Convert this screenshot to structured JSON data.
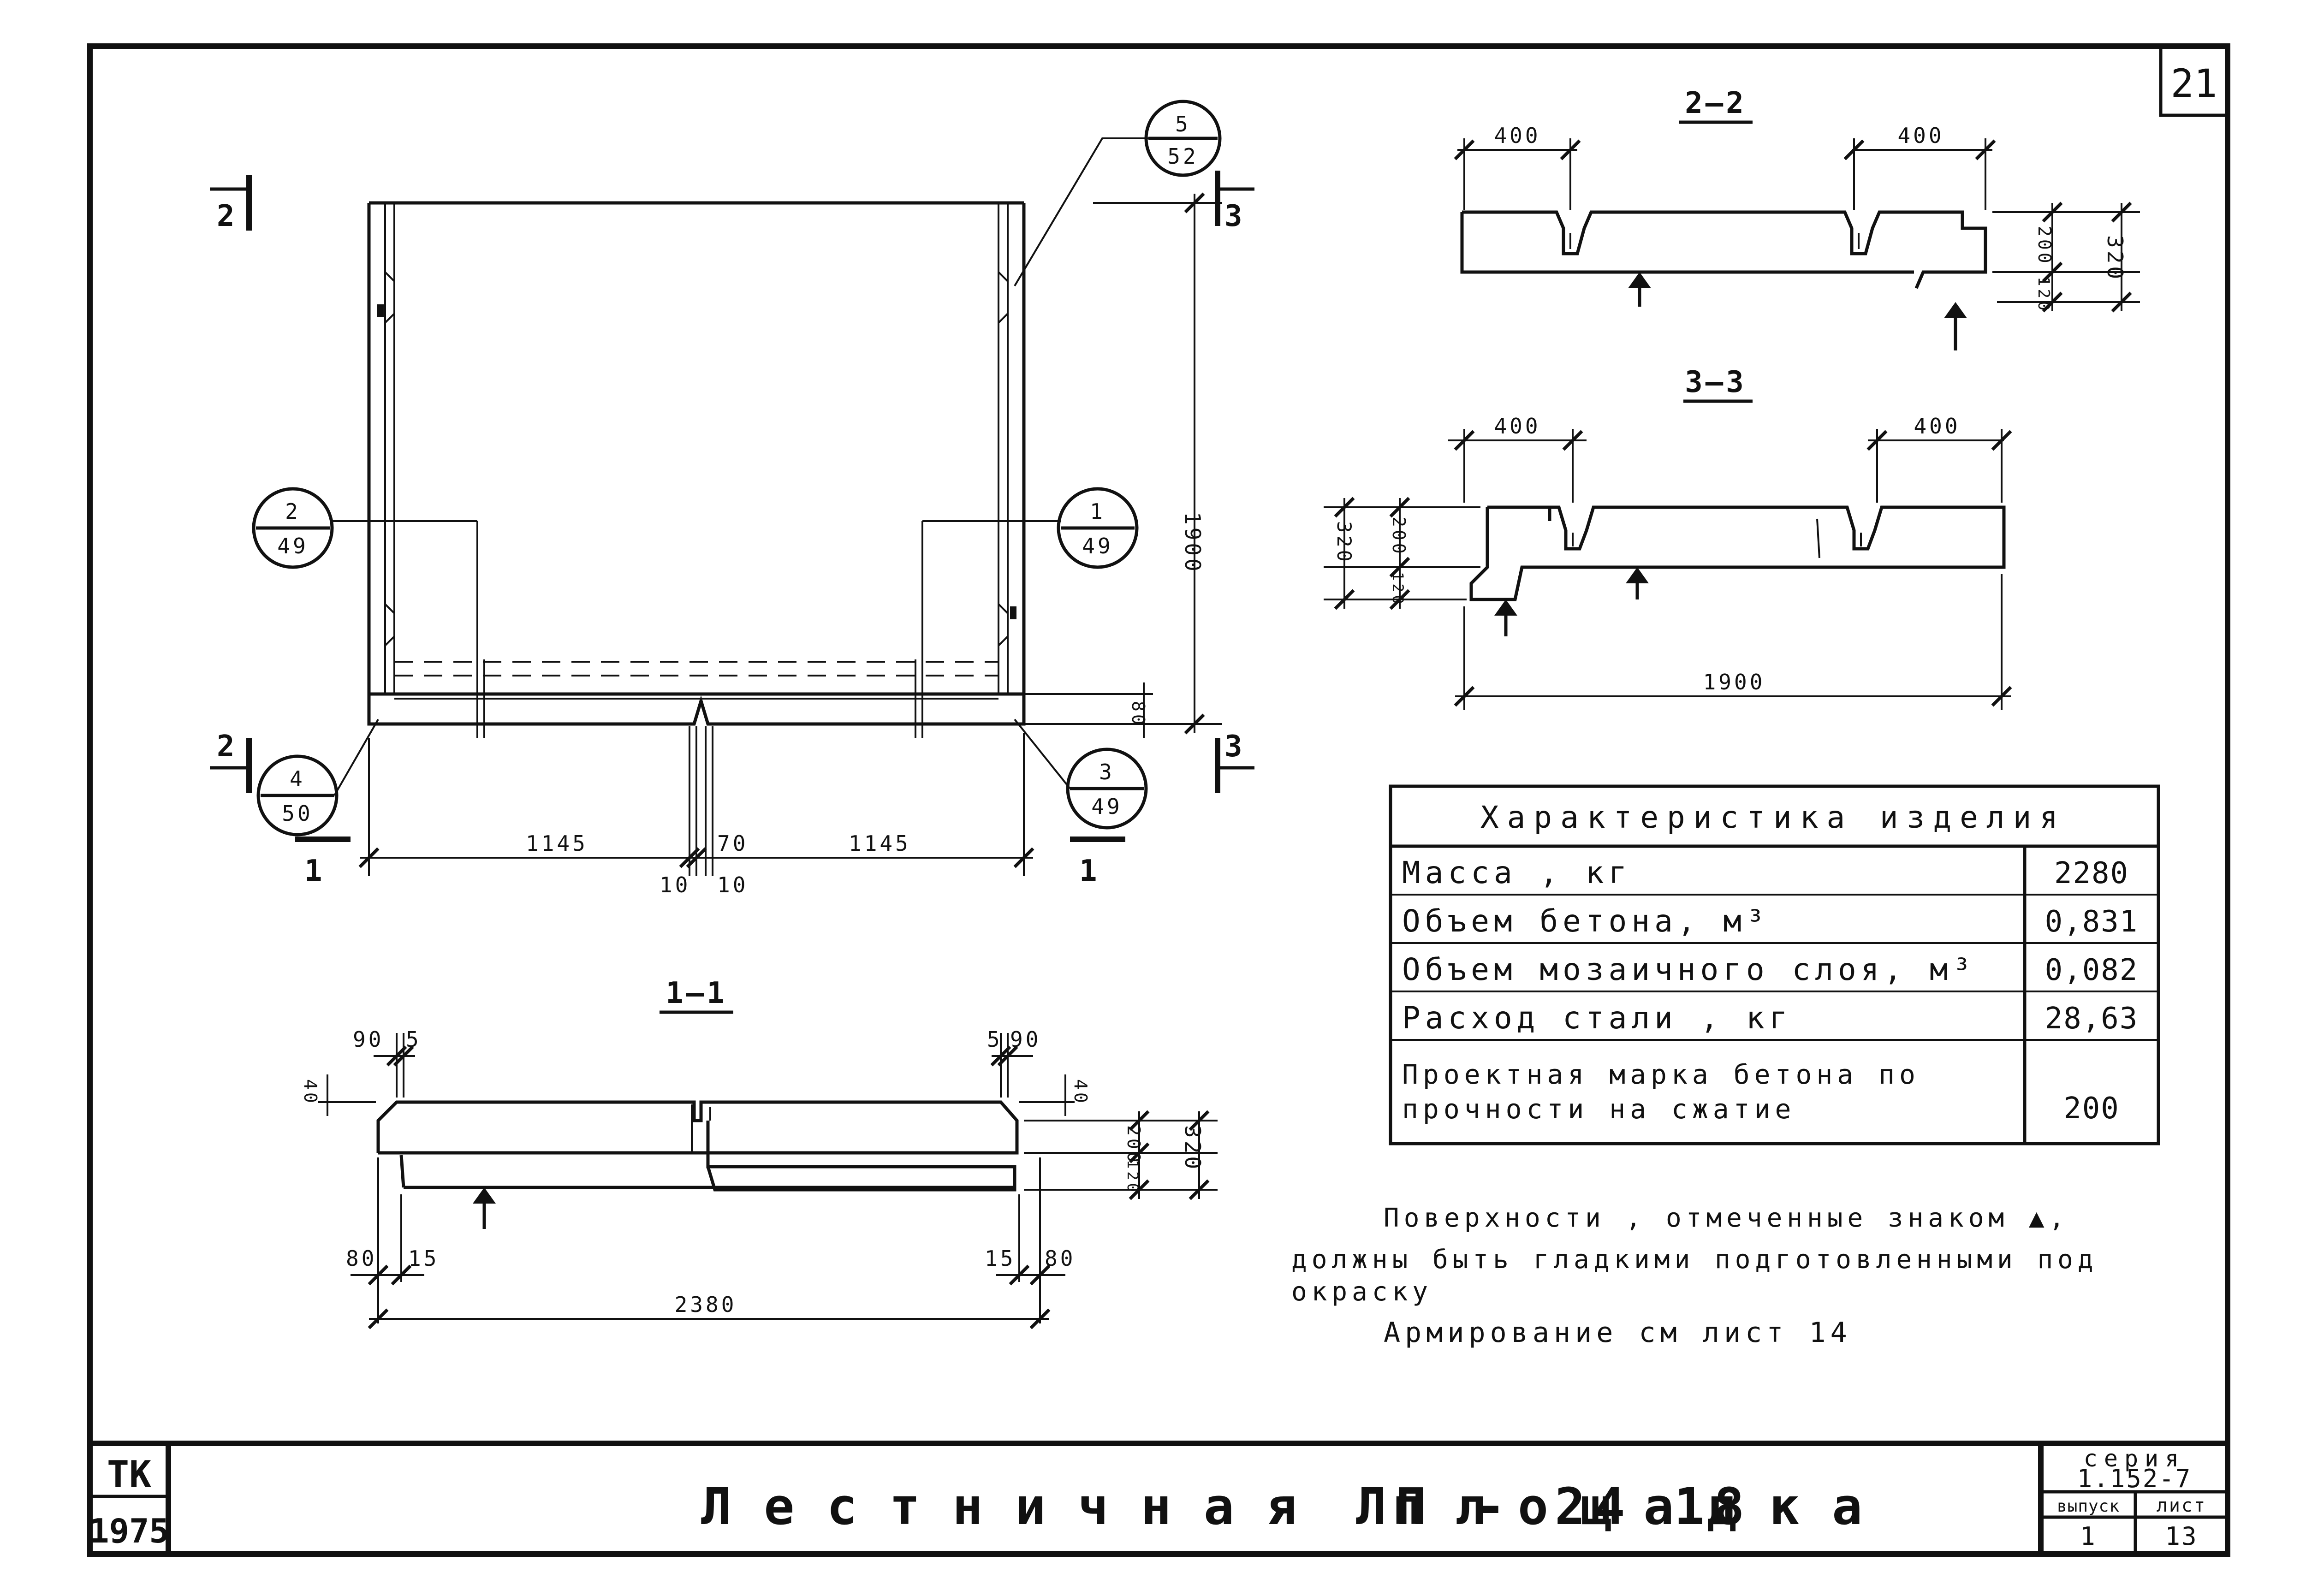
{
  "sheet_number": "21",
  "drawing_title": "Лестничная площадка ЛП-24.18",
  "drawing_title_parts": {
    "name": "Лестничная   площадка",
    "mark": "ЛП - 24 18"
  },
  "stamp": {
    "org": "ТК",
    "year": "1975"
  },
  "series": {
    "label": "серия",
    "value": "1.152-7"
  },
  "issue": {
    "label": "выпуск",
    "value": "1"
  },
  "sheet": {
    "label": "лист",
    "value": "13"
  },
  "section_labels": {
    "s22": "2–2",
    "s33": "3–3",
    "s11": "1–1"
  },
  "cut_marks": {
    "top_left": "2",
    "bottom_left": "2",
    "top_right": "3",
    "bottom_right": "3",
    "lower_left": "1",
    "lower_right": "1"
  },
  "callouts": [
    {
      "id": "5-52",
      "top": "5",
      "bottom": "52"
    },
    {
      "id": "2-49",
      "top": "2",
      "bottom": "49"
    },
    {
      "id": "1-49",
      "top": "1",
      "bottom": "49"
    },
    {
      "id": "4-50",
      "top": "4",
      "bottom": "50"
    },
    {
      "id": "3-49",
      "top": "3",
      "bottom": "49"
    }
  ],
  "plan_dims": {
    "left": "1145",
    "gap": "70",
    "right": "1145",
    "joint_left": "10",
    "joint_right": "10",
    "height": "1900",
    "edge": "80"
  },
  "section22_dims": {
    "left": "400",
    "right": "400",
    "h1": "200",
    "h2": "120",
    "total": "320"
  },
  "section33_dims": {
    "left": "400",
    "right": "400",
    "h1": "200",
    "h2": "120",
    "total": "320",
    "length": "1900"
  },
  "section11_dims": {
    "top_left_a": "90",
    "top_left_b": "5",
    "top_right_a": "5",
    "top_right_b": "90",
    "rib_left": "40",
    "rib_right": "40",
    "bot_left_a": "80",
    "bot_left_b": "15",
    "bot_right_a": "15",
    "bot_right_b": "80",
    "h1": "200",
    "h2": "120",
    "total": "320",
    "length": "2380"
  },
  "table": {
    "title": "Характеристика изделия",
    "rows": [
      {
        "label": "Масса , кг",
        "value": "2280"
      },
      {
        "label": "Объем бетона, м³",
        "value": "0,831"
      },
      {
        "label": "Объем мозаичного слоя, м³",
        "value": "0,082"
      },
      {
        "label": "Расход стали , кг",
        "value": "28,63"
      },
      {
        "label_line1": "Проектная марка бетона по",
        "label_line2": "прочности на сжатие",
        "value": "200"
      }
    ]
  },
  "notes": {
    "line1": "Поверхности , отмеченные знаком ▲,",
    "line2": "должны быть гладкими подготовленными под",
    "line3": "окраску",
    "line4": "Армирование см лист 14"
  }
}
